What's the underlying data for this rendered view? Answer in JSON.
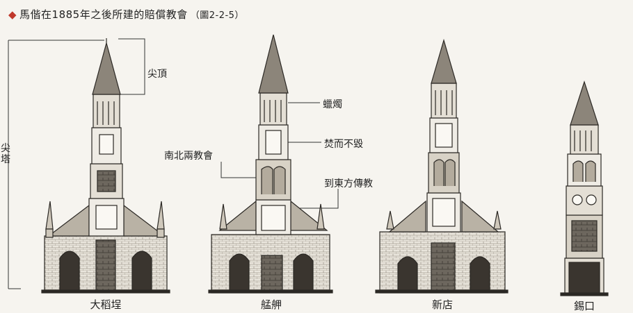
{
  "title": {
    "marker": "◆",
    "text": "馬偕在1885年之後所建的賠償教會",
    "ref": "（圖2-2-5）"
  },
  "labels": {
    "spire": "尖頂",
    "tower": "尖塔",
    "candle": "蠟燭",
    "unburned": "焚而不毀",
    "north_south": "南北兩教會",
    "east_mission": "到東方傳教"
  },
  "churches": [
    "大稻埕",
    "艋舺",
    "新店",
    "錫口"
  ]
}
